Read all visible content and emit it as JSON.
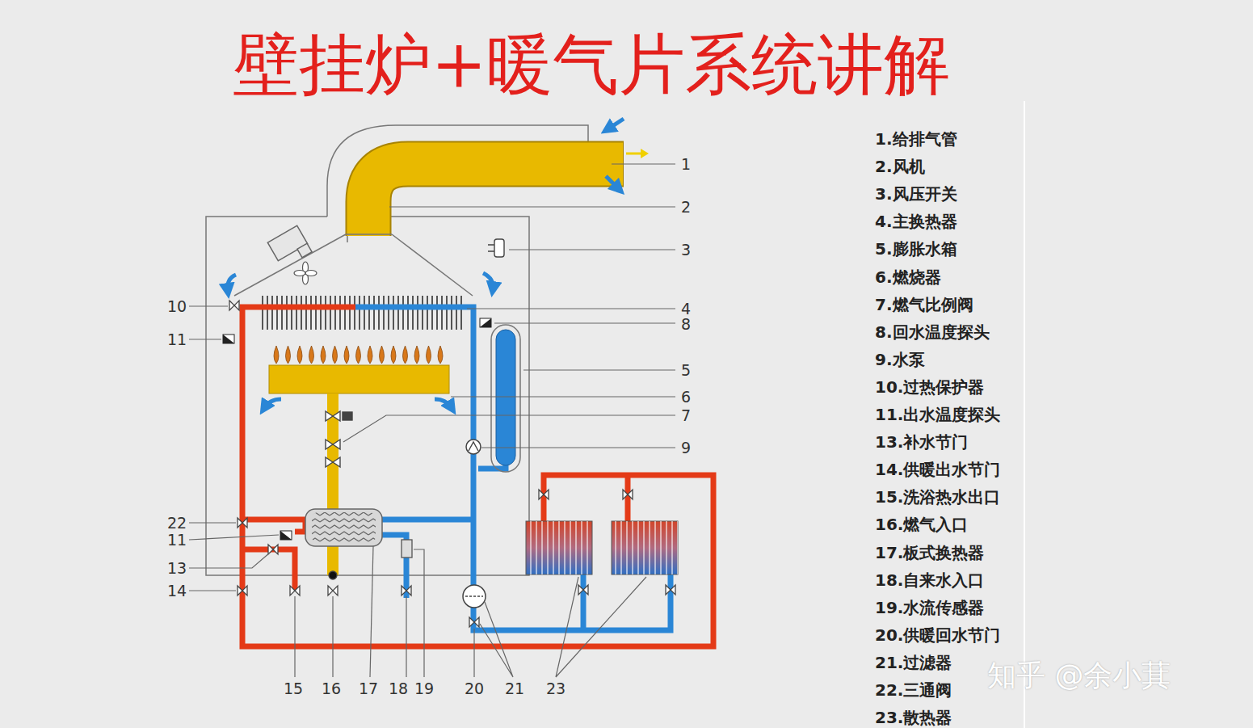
{
  "diagram": {
    "title": "壁挂炉+暖气片系统讲解",
    "labels": [
      "1",
      "2",
      "3",
      "10",
      "4",
      "8",
      "11",
      "5",
      "6",
      "7",
      "9",
      "22",
      "11",
      "13",
      "14",
      "15",
      "16",
      "17",
      "18",
      "19",
      "20",
      "21",
      "23",
      "1.给排气管",
      "2.风机",
      "3.风压开关",
      "4.主换热器",
      "5.膨胀水箱",
      "6.燃烧器",
      "7.燃气比例阀",
      "8.回水温度探头",
      "9.水泵",
      "10.过热保护器",
      "11.出水温度探头",
      "13.补水节门",
      "14.供暖出水节门",
      "15.洗浴热水出口",
      "16.燃气入口",
      "17.板式换热器",
      "18.自来水入口",
      "19.水流传感器",
      "20.供暖回水节门",
      "21.过滤器",
      "22.三通阀",
      "23.散热器",
      "知乎 @余小萁"
    ]
  }
}
